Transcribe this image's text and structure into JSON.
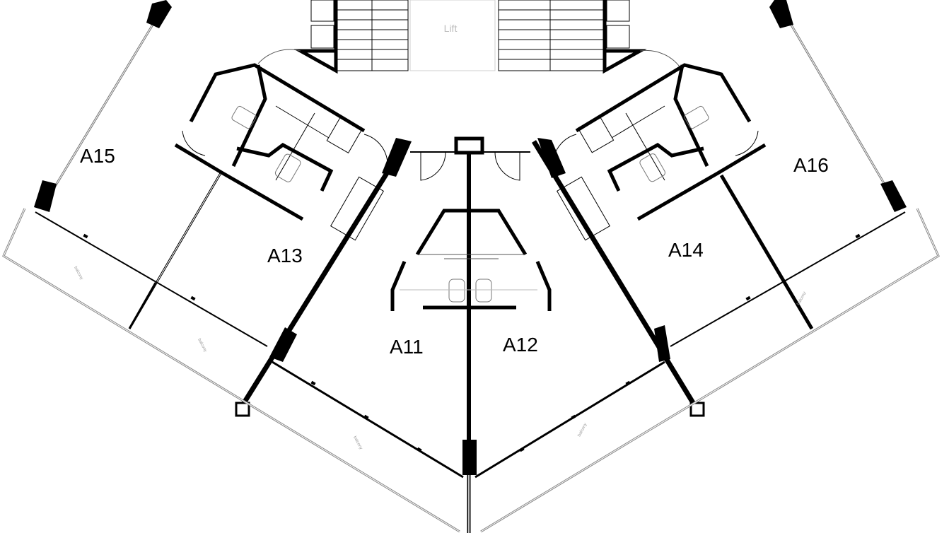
{
  "plan": {
    "lift_label": "Lift",
    "balcony_label": "balcony",
    "units": [
      {
        "id": "a15",
        "label": "A15"
      },
      {
        "id": "a13",
        "label": "A13"
      },
      {
        "id": "a11",
        "label": "A11"
      },
      {
        "id": "a12",
        "label": "A12"
      },
      {
        "id": "a14",
        "label": "A14"
      },
      {
        "id": "a16",
        "label": "A16"
      }
    ]
  }
}
